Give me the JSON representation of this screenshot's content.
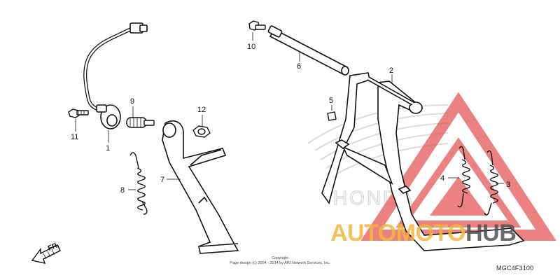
{
  "callouts": [
    {
      "id": "1",
      "label": "1"
    },
    {
      "id": "2",
      "label": "2"
    },
    {
      "id": "3",
      "label": "3"
    },
    {
      "id": "4",
      "label": "4"
    },
    {
      "id": "5",
      "label": "5"
    },
    {
      "id": "6",
      "label": "6"
    },
    {
      "id": "7",
      "label": "7"
    },
    {
      "id": "8",
      "label": "8"
    },
    {
      "id": "9",
      "label": "9"
    },
    {
      "id": "10",
      "label": "10"
    },
    {
      "id": "11",
      "label": "11"
    },
    {
      "id": "12",
      "label": "12"
    }
  ],
  "direction_marker": "FR.",
  "diagram_code": "MGC4F3100",
  "copyright_lines": [
    "Copyright",
    "Page design (c) 2004 - 2014 by ARI Network Services, Inc."
  ],
  "watermark": {
    "part1": "AUTO",
    "part2": "MOTO",
    "part3": "HUB",
    "brand": "HONDA"
  },
  "colors": {
    "line": "#111111",
    "watermark_red": "#e23a3a",
    "watermark_orange": "#f5b43c",
    "watermark_gray": "#555555"
  }
}
